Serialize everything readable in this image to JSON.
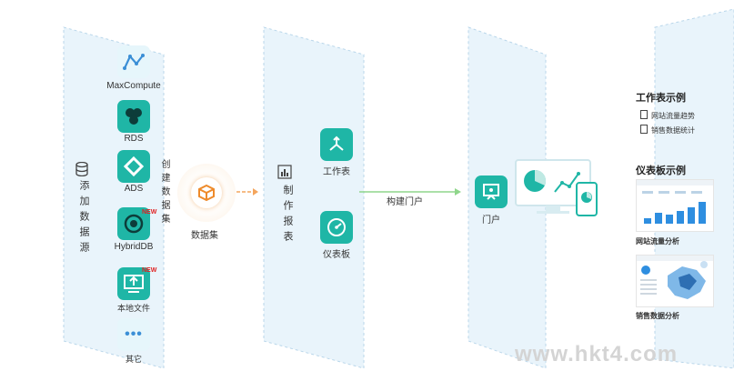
{
  "sources": {
    "vertical_label": "添加数据源",
    "items": [
      {
        "label": "MaxCompute",
        "icon": "maxcompute-icon"
      },
      {
        "label": "RDS",
        "icon": "rds-icon"
      },
      {
        "label": "ADS",
        "icon": "ads-icon"
      },
      {
        "label": "HybridDB",
        "icon": "hybriddb-icon",
        "badge": "NEW"
      },
      {
        "label": "本地文件",
        "icon": "local-file-icon",
        "badge": "NEW"
      },
      {
        "label": "其它",
        "icon": "more-icon"
      }
    ]
  },
  "dataset": {
    "create_label": "创建数据集",
    "label": "数据集",
    "icon": "cube-icon"
  },
  "report": {
    "vertical_label": "制作报表",
    "worksheet_label": "工作表",
    "dashboard_label": "仪表板"
  },
  "portal": {
    "build_label": "构建门户",
    "label": "门户"
  },
  "examples": {
    "worksheet_title": "工作表示例",
    "worksheet_items": [
      "网站流量趋势",
      "销售数据统计"
    ],
    "dashboard_title": "仪表板示例",
    "dashboard_captions": [
      "网站流量分析",
      "销售数据分析"
    ]
  },
  "watermark": "www.hkt4.com",
  "colors": {
    "accent": "#1fb6a6",
    "arrow": "#f4a55d",
    "arrow_green": "#8fd68b",
    "panel": "#e8f3fb"
  }
}
